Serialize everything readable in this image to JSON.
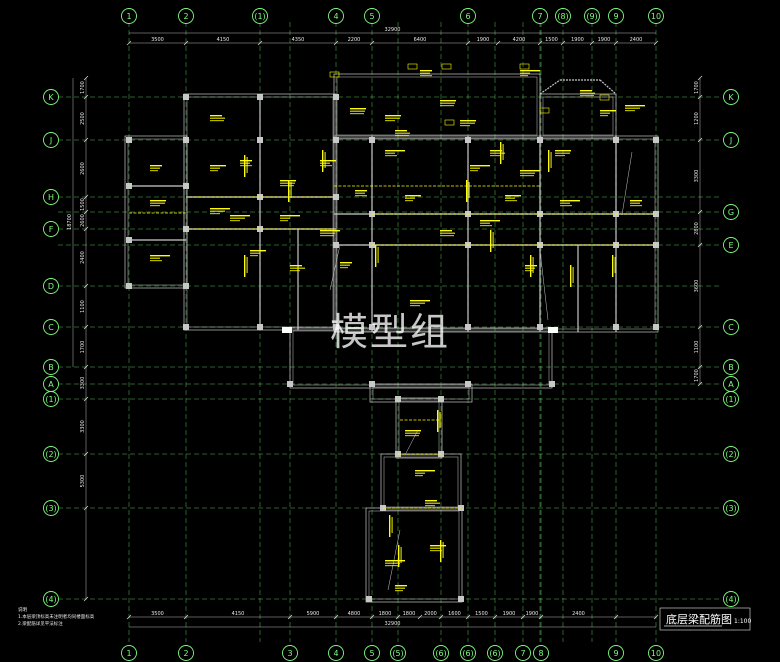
{
  "drawing": {
    "title": "底层梁配筋图",
    "scale": "1:100",
    "watermark": "模型组",
    "notes": [
      "说明",
      "1.本层梁顶标高未注明者均同楼面标高",
      "2.梁配筋详见平法标注"
    ]
  },
  "colors": {
    "background": "#000000",
    "grid": "#7cfc7c",
    "wall": "#c8c8c8",
    "beam": "#ffff00",
    "dimension": "#e8e8e8",
    "axis_dash": "#e8e8e8"
  },
  "axes": {
    "top": [
      "1",
      "2",
      "(1)",
      "4",
      "5",
      "6",
      "7",
      "(8)",
      "(9)",
      "9",
      "10"
    ],
    "bottom": [
      "1",
      "2",
      "3",
      "4",
      "5",
      "(5)",
      "(6)",
      "(6)",
      "(6)",
      "7",
      "8",
      "9",
      "10"
    ],
    "left": [
      "K",
      "J",
      "H",
      "F",
      "D",
      "C",
      "B",
      "A",
      "(1)",
      "(2)",
      "(3)",
      "(4)"
    ],
    "right": [
      "K",
      "J",
      "G",
      "E",
      "C",
      "B",
      "A",
      "(1)",
      "(2)",
      "(3)",
      "(4)"
    ]
  },
  "dimensions": {
    "top_segments": [
      "3500",
      "4150",
      "4350",
      "2200",
      "6400",
      "1900",
      "4200",
      "1500",
      "1900",
      "1900",
      "2400"
    ],
    "top_total": "32900",
    "bottom_segments": [
      "3500",
      "4150",
      "5900",
      "4800",
      "1800",
      "1800",
      "2000",
      "1600",
      "1500",
      "1900",
      "1900",
      "2400"
    ],
    "bottom_total": "32900",
    "left_segments": [
      "1700",
      "2500",
      "2600",
      "1500",
      "2600",
      "2400",
      "1100",
      "1700",
      "3300",
      "3300",
      "5300"
    ],
    "left_total": "18700",
    "right_segments": [
      "1700",
      "1200",
      "3300",
      "2800",
      "3600",
      "1100",
      "1700"
    ]
  }
}
